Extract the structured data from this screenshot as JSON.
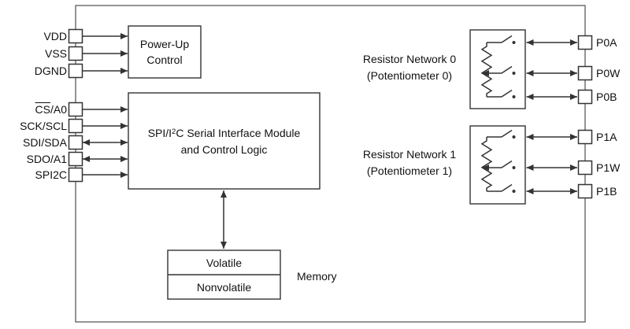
{
  "blocks": {
    "power_up": {
      "line1": "Power-Up",
      "line2": "Control"
    },
    "serial_interface": {
      "line1_prefix": "SPI/I",
      "line1_sup": "2",
      "line1_suffix": "C Serial Interface Module",
      "line2": "and Control Logic"
    },
    "memory": {
      "label": "Memory",
      "cells": [
        "Volatile",
        "Nonvolatile"
      ]
    },
    "resistor_network_0": {
      "line1": "Resistor Network 0",
      "line2": "(Potentiometer 0)"
    },
    "resistor_network_1": {
      "line1": "Resistor Network 1",
      "line2": "(Potentiometer 1)"
    }
  },
  "pins": {
    "left": [
      {
        "label": "VDD"
      },
      {
        "label": "VSS"
      },
      {
        "label": "DGND"
      },
      {
        "overline": "CS",
        "rest": "/A0"
      },
      {
        "label": "SCK/SCL"
      },
      {
        "label": "SDI/SDA"
      },
      {
        "label": "SDO/A1"
      },
      {
        "label": "SPI2C"
      }
    ],
    "right": [
      {
        "label": "P0A"
      },
      {
        "label": "P0W"
      },
      {
        "label": "P0B"
      },
      {
        "label": "P1A"
      },
      {
        "label": "P1W"
      },
      {
        "label": "P1B"
      }
    ]
  },
  "colors": {
    "background": "#ffffff",
    "inner_line": "#333333",
    "chip_boundary": "#666666",
    "text": "#111111"
  }
}
